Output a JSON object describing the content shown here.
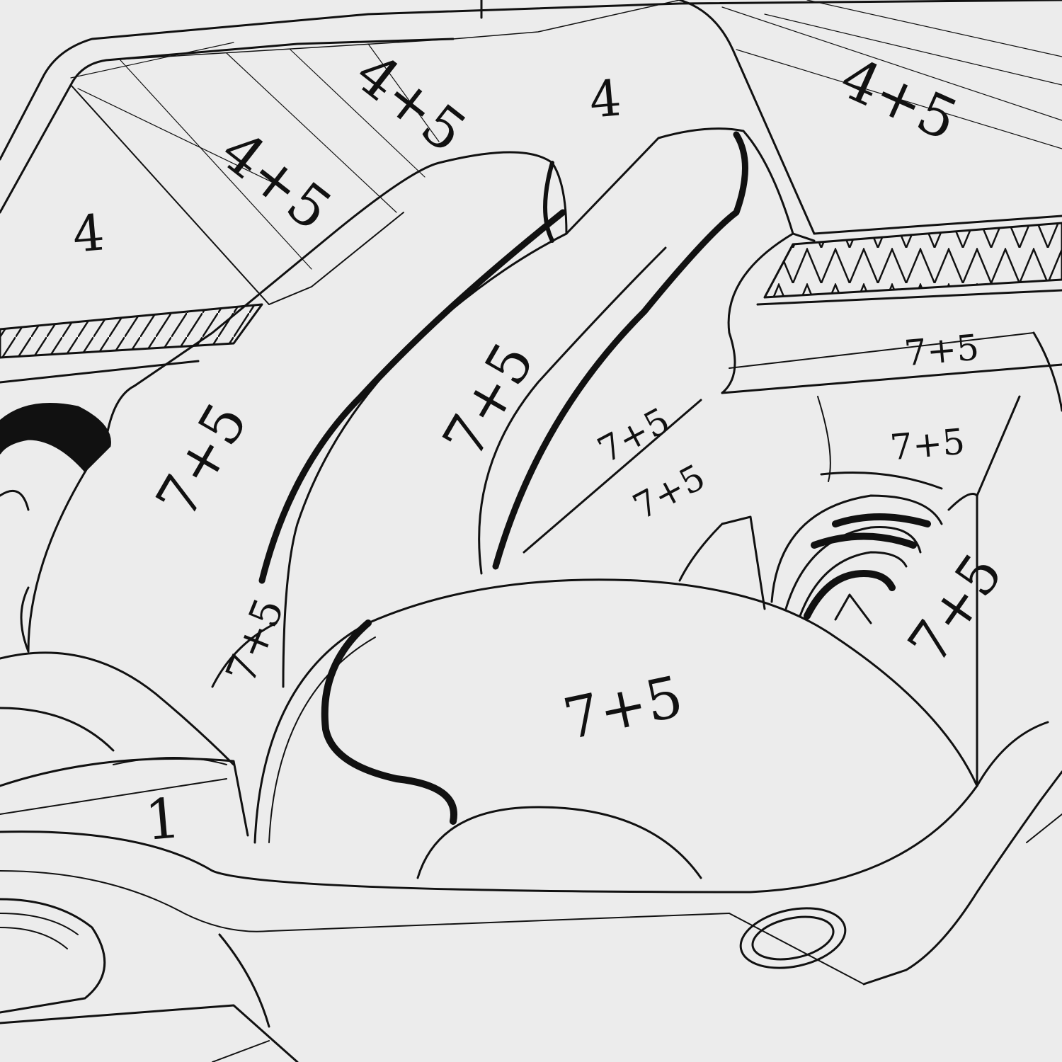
{
  "labels": [
    {
      "id": "region-label-4-left",
      "text": "4"
    },
    {
      "id": "region-label-4-plus-5-a",
      "text": "4+5"
    },
    {
      "id": "region-label-4-plus-5-b",
      "text": "4+5"
    },
    {
      "id": "region-label-4-top",
      "text": "4"
    },
    {
      "id": "region-label-4-plus-5-right",
      "text": "4+5"
    },
    {
      "id": "region-label-7-plus-5-a",
      "text": "7+5"
    },
    {
      "id": "region-label-7-plus-5-b",
      "text": "7+5"
    },
    {
      "id": "region-label-7-plus-5-c",
      "text": "7+5"
    },
    {
      "id": "region-label-7-plus-5-d",
      "text": "7+5"
    },
    {
      "id": "region-label-7-plus-5-e",
      "text": "7+5"
    },
    {
      "id": "region-label-7-plus-5-f",
      "text": "7+5"
    },
    {
      "id": "region-label-7-plus-5-g",
      "text": "7+5"
    },
    {
      "id": "region-label-7-plus-5-h",
      "text": "7+5"
    },
    {
      "id": "region-label-7-plus-5-i",
      "text": "7+5"
    },
    {
      "id": "region-label-1",
      "text": "1"
    }
  ],
  "colors": {
    "paper": "#ececec",
    "ink": "#111111"
  }
}
